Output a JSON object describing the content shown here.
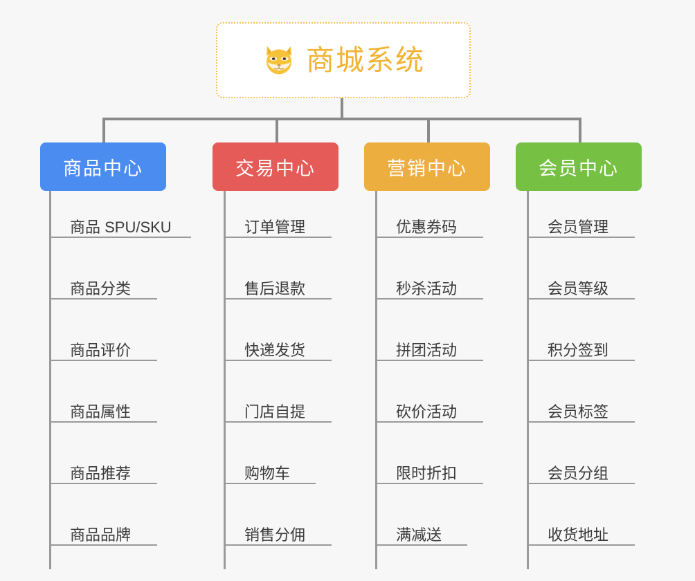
{
  "diagram": {
    "title": "商城系统",
    "root_icon": "shiba-dog-icon",
    "background": "#f7f7f7",
    "root_border_color": "#f3c05a",
    "root_title_color": "#f2b233",
    "connector_color": "#8a8a8a",
    "leaf_line_color": "#9a9a9a",
    "leaf_text_color": "#3a3a3a",
    "columns": [
      {
        "label": "商品中心",
        "color": "#4a8cf0",
        "items": [
          "商品 SPU/SKU",
          "商品分类",
          "商品评价",
          "商品属性",
          "商品推荐",
          "商品品牌"
        ]
      },
      {
        "label": "交易中心",
        "color": "#e45b57",
        "items": [
          "订单管理",
          "售后退款",
          "快递发货",
          "门店自提",
          "购物车",
          "销售分佣"
        ]
      },
      {
        "label": "营销中心",
        "color": "#edae40",
        "items": [
          "优惠券码",
          "秒杀活动",
          "拼团活动",
          "砍价活动",
          "限时折扣",
          "满减送"
        ]
      },
      {
        "label": "会员中心",
        "color": "#76c043",
        "items": [
          "会员管理",
          "会员等级",
          "积分签到",
          "会员标签",
          "会员分组",
          "收货地址"
        ]
      }
    ]
  }
}
